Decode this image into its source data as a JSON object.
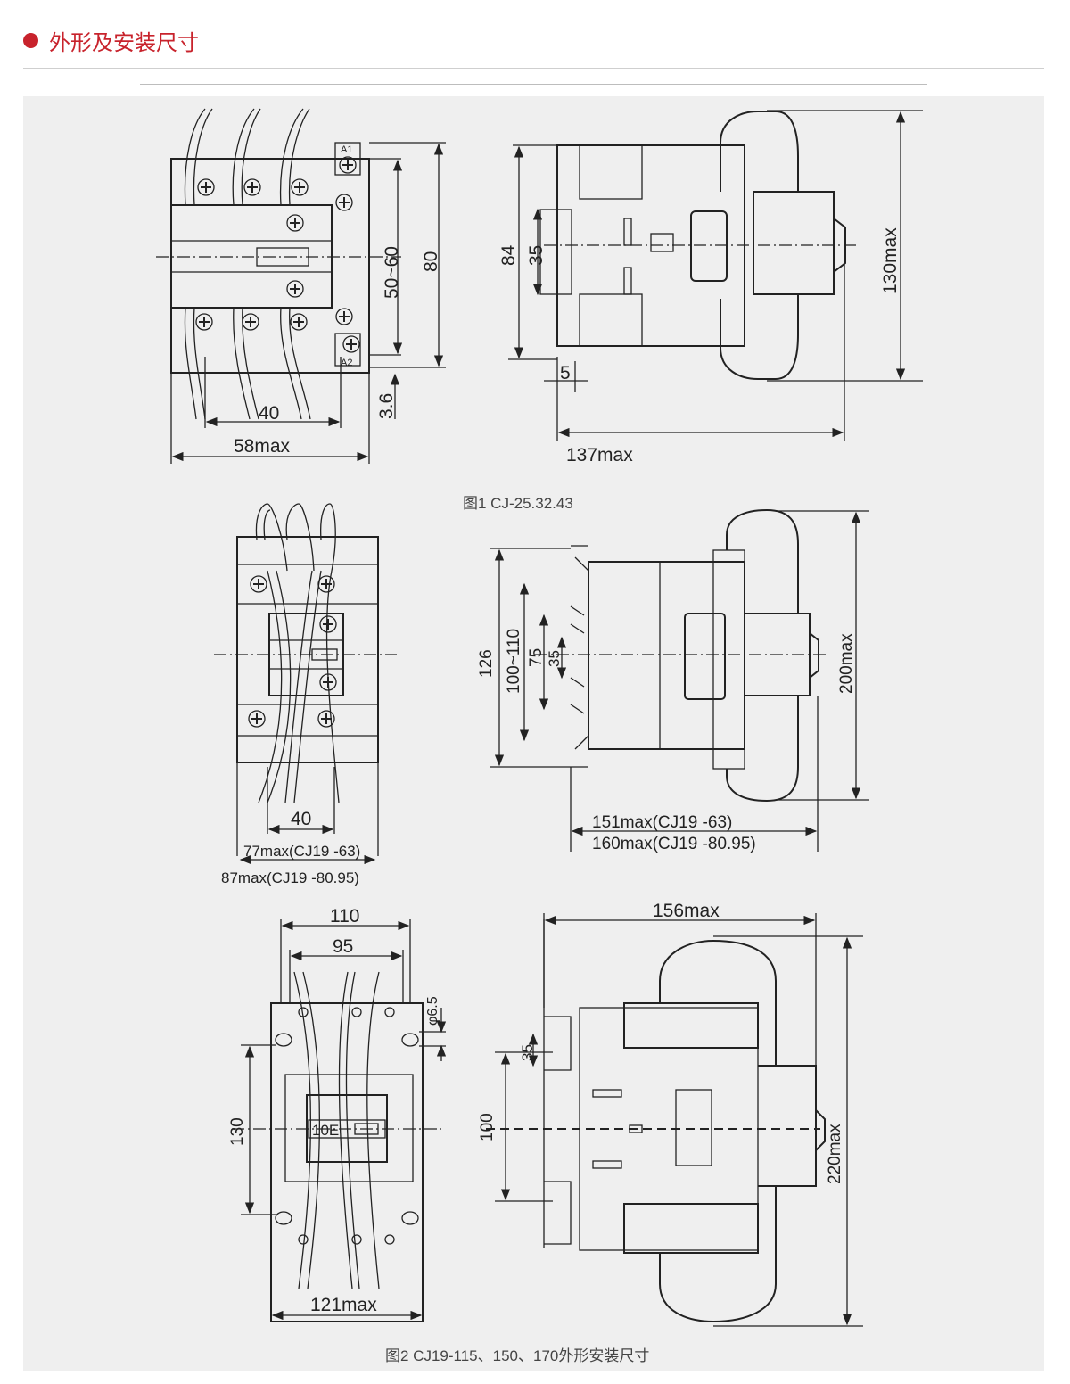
{
  "header": {
    "title": "外形及安装尺寸",
    "accent": "#c8232c"
  },
  "fig1": {
    "caption": "图1 CJ-25.32.43",
    "front": {
      "d40": "40",
      "d58": "58max",
      "d50_60": "50~60",
      "d80": "80",
      "d3_6": "3.6",
      "a1": "A1",
      "a2": "A2"
    },
    "side": {
      "d84": "84",
      "d35": "35",
      "d5": "5",
      "d137": "137max",
      "d130": "130max"
    }
  },
  "fig_mid": {
    "front": {
      "d40": "40",
      "d77": "77max(CJ19   -63)",
      "d87": "87max(CJ19   -80.95)"
    },
    "side": {
      "d126": "126",
      "d100_110": "100~110",
      "d75": "75",
      "d35": "35",
      "d200": "200max",
      "d151": "151max(CJ19   -63)",
      "d160": "160max(CJ19   -80.95)"
    }
  },
  "fig2": {
    "caption": "图2 CJ19-115、150、170外形安装尺寸",
    "front": {
      "d110": "110",
      "d95": "95",
      "d6_5": "φ6.5",
      "d130": "130",
      "d121": "121max",
      "label": "10E"
    },
    "side": {
      "d156": "156max",
      "d35": "35",
      "d100": "100",
      "d220": "220max"
    }
  }
}
